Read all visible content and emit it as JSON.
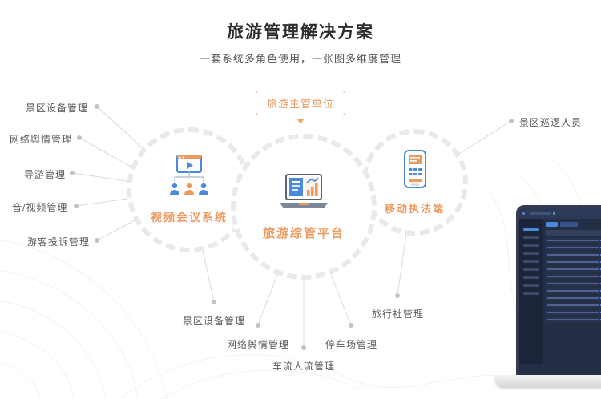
{
  "header": {
    "title": "旅游管理解决方案",
    "subtitle": "一套系统多角色使用，一张图多维度管理"
  },
  "top_node": {
    "label": "旅游主管单位"
  },
  "circles": [
    {
      "id": "video",
      "label": "视频会议系统",
      "icon": "video-conference-icon"
    },
    {
      "id": "platform",
      "label": "旅游综管平台",
      "icon": "laptop-chart-icon"
    },
    {
      "id": "mobile",
      "label": "移动执法端",
      "icon": "handheld-device-icon"
    }
  ],
  "left_labels": [
    "景区设备管理",
    "网络舆情管理",
    "导游管理",
    "音/视频管理",
    "游客投诉管理"
  ],
  "right_labels": [
    "景区巡逻人员"
  ],
  "bottom_labels": [
    "景区设备管理",
    "网络舆情管理",
    "车流人流管理",
    "停车场管理",
    "旅行社管理"
  ],
  "colors": {
    "accent_orange": "#EE9A5F",
    "accent_orange_border": "#F3B183",
    "icon_blue": "#4A89DC",
    "leader_line": "#D9D9D9",
    "leader_dot": "#C3C3C3",
    "ring_dash": "#E9E9E9",
    "text_dark": "#2E2E2E",
    "text_gray": "#5A5A5A"
  }
}
